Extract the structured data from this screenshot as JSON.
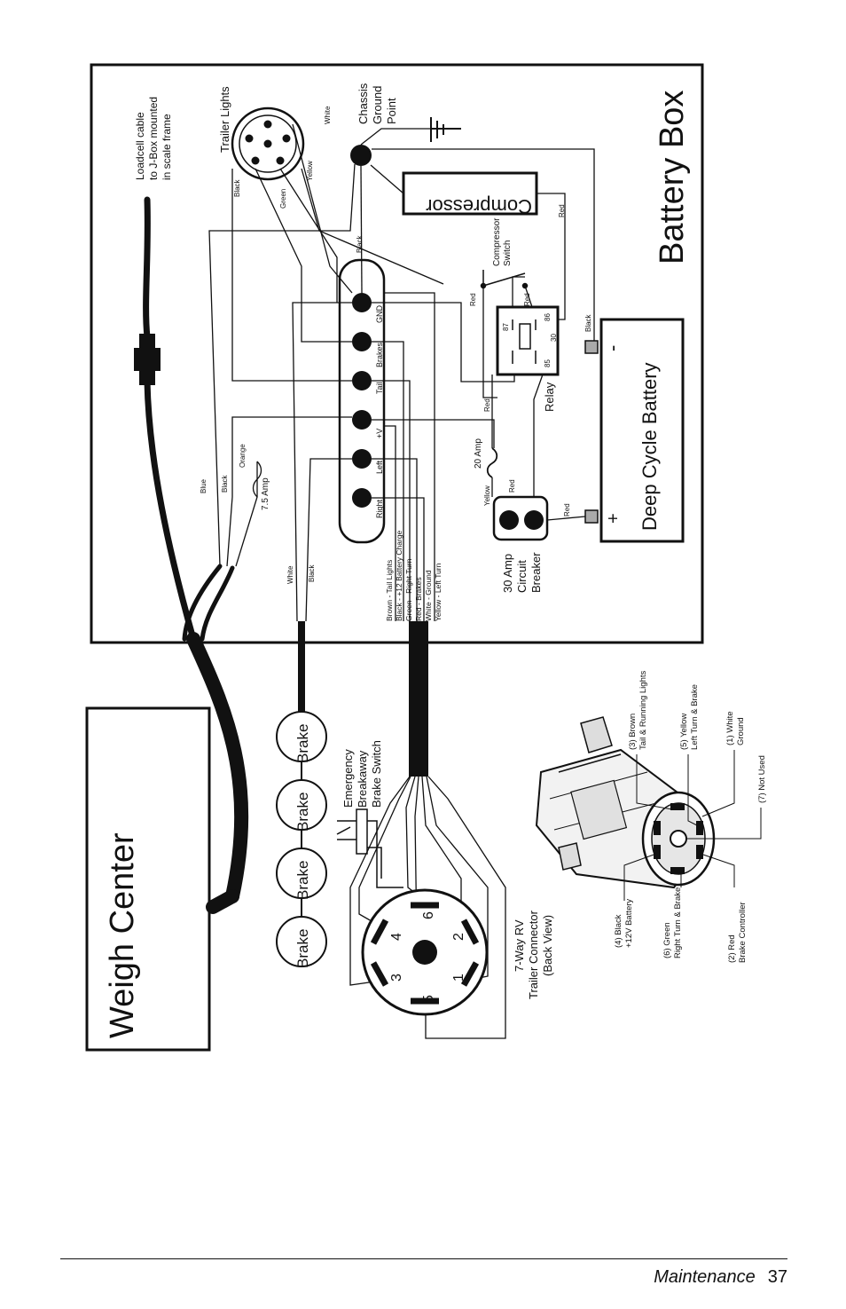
{
  "boxes": {
    "battery_box_title": "Battery Box",
    "weigh_center_title": "Weigh Center",
    "compressor": "Compressor",
    "deep_cycle_battery": "Deep Cycle Battery",
    "battery_plus": "+",
    "battery_minus": "-"
  },
  "components": {
    "loadcell_line1": "Loadcell cable",
    "loadcell_line2": "to J-Box mounted",
    "loadcell_line3": "in scale frame",
    "trailer_lights": "Trailer Lights",
    "chassis_line1": "Chassis",
    "chassis_line2": "Ground",
    "chassis_line3": "Point",
    "compressor_switch_line1": "Compressor",
    "compressor_switch_line2": "Switch",
    "relay": "Relay",
    "relay_pin_87": "87",
    "relay_pin_86": "86",
    "relay_pin_85": "85",
    "relay_pin_30": "30",
    "fuse_20": "20 Amp",
    "fuse_75": "7.5 Amp",
    "breaker_line1": "30 Amp",
    "breaker_line2": "Circuit",
    "breaker_line3": "Breaker",
    "emergency_line1": "Emergency",
    "emergency_line2": "Breakaway",
    "emergency_line3": "Brake Switch",
    "brake": "Brake",
    "connector_line1": "7-Way RV",
    "connector_line2": "Trailer Connector",
    "connector_line3": "(Back View)"
  },
  "terminals": [
    "GND",
    "Brakes",
    "Tail",
    "+V",
    "Left",
    "Right"
  ],
  "wires": {
    "black": "Black",
    "white": "White",
    "green": "Green",
    "yellow": "Yellow",
    "red": "Red",
    "blue": "Blue",
    "orange": "Orange"
  },
  "wire_legend": [
    "Brown - Tail Lights",
    "Black - +12 Battery Charge",
    "Green - Right Turn",
    "Red - Brakes",
    "White - Ground",
    "Yellow - Left Turn"
  ],
  "connector_pins": [
    "1",
    "2",
    "3",
    "4",
    "5",
    "6"
  ],
  "plug_labels": {
    "brown_a": "(3) Brown",
    "brown_b": "Tail & Running Lights",
    "yellow_a": "(5) Yellow",
    "yellow_b": "Left Turn & Brake",
    "white_a": "(1) White",
    "white_b": "Ground",
    "not_used": "(7) Not Used",
    "black_a": "(4) Black",
    "black_b": "+12V Battery",
    "green_a": "(6) Green",
    "green_b": "Right Turn & Brake",
    "red_a": "(2) Red",
    "red_b": "Brake Controller"
  },
  "footer": {
    "section": "Maintenance",
    "page": "37"
  }
}
